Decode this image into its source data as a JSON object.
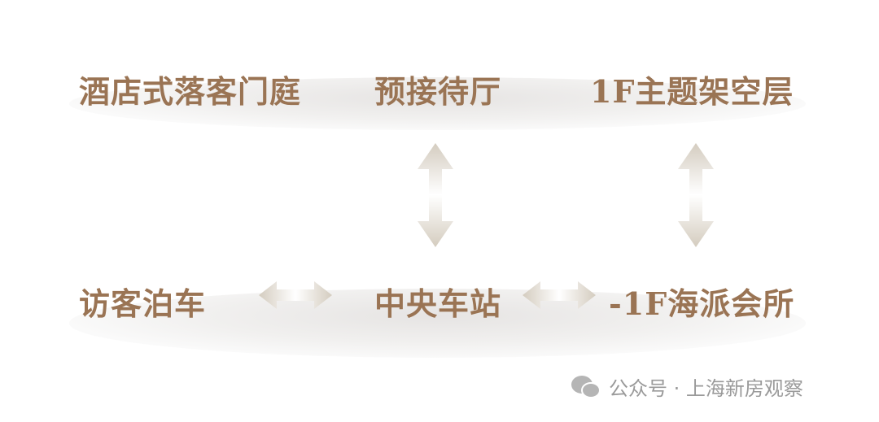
{
  "top_row": [
    "酒店式落客门庭",
    "预接待厅",
    "1F主题架空层"
  ],
  "bottom_row": [
    "访客泊车",
    "中央车站",
    "-1F海派会所"
  ],
  "watermark": "公众号 · 上海新房观察",
  "colors": {
    "text": "#9a7454",
    "arrow": "#d4ccbf"
  }
}
